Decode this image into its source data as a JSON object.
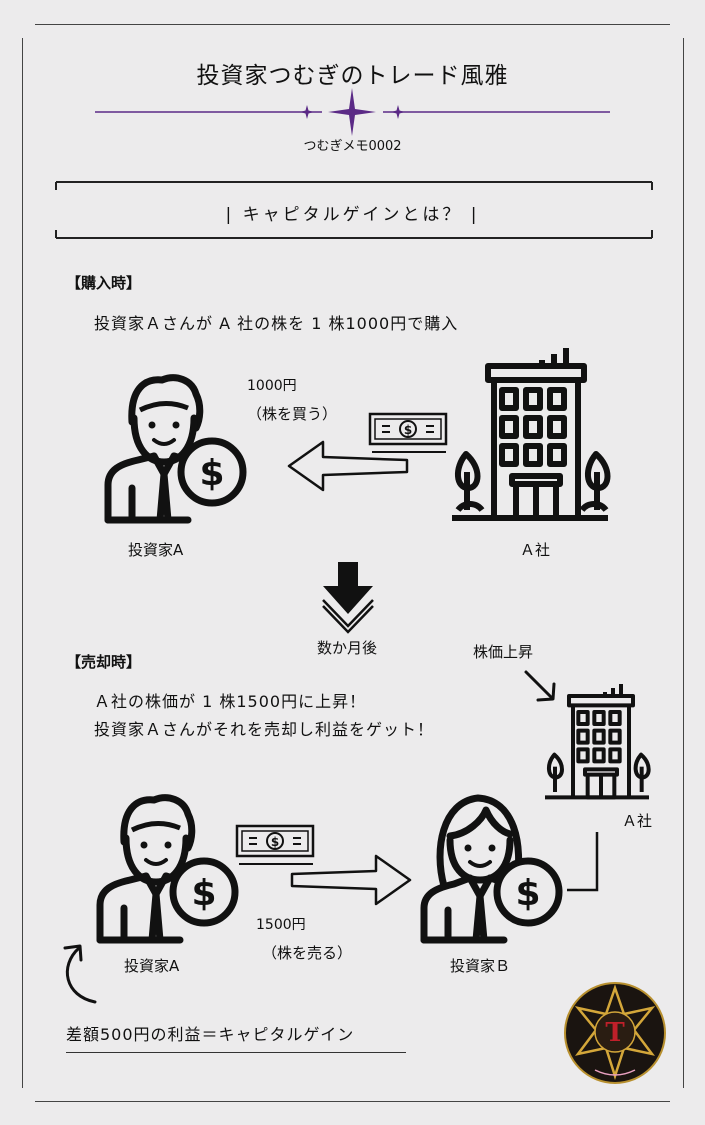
{
  "header": {
    "title": "投資家つむぎのトレード風雅",
    "memo": "つむぎメモ0002"
  },
  "heading_box": {
    "text": "| キャピタルゲインとは？ |"
  },
  "purchase": {
    "label": "【購入時】",
    "description": "投資家Ａさんが A 社の株を 1 株1000円で購入",
    "price": "1000円",
    "action": "（株を買う）",
    "investor_label": "投資家A",
    "company_label": "Ａ社"
  },
  "transition": {
    "label": "数か月後"
  },
  "sale": {
    "label": "【売却時】",
    "line1": "Ａ社の株価が 1 株1500円に上昇！",
    "line2": "投資家Ａさんがそれを売却し利益をゲット！",
    "rise_label": "株価上昇",
    "company_label": "Ａ社",
    "price": "1500円",
    "action": "（株を売る）",
    "investor_a_label": "投資家A",
    "investor_b_label": "投資家Ｂ"
  },
  "conclusion": {
    "text": "差額500円の利益＝キャピタルゲイン"
  },
  "logo": {
    "letter": "T",
    "icon": "star-emblem-logo"
  },
  "colors": {
    "accent": "#5b2a86",
    "background": "#ecebec",
    "ink": "#111111"
  }
}
